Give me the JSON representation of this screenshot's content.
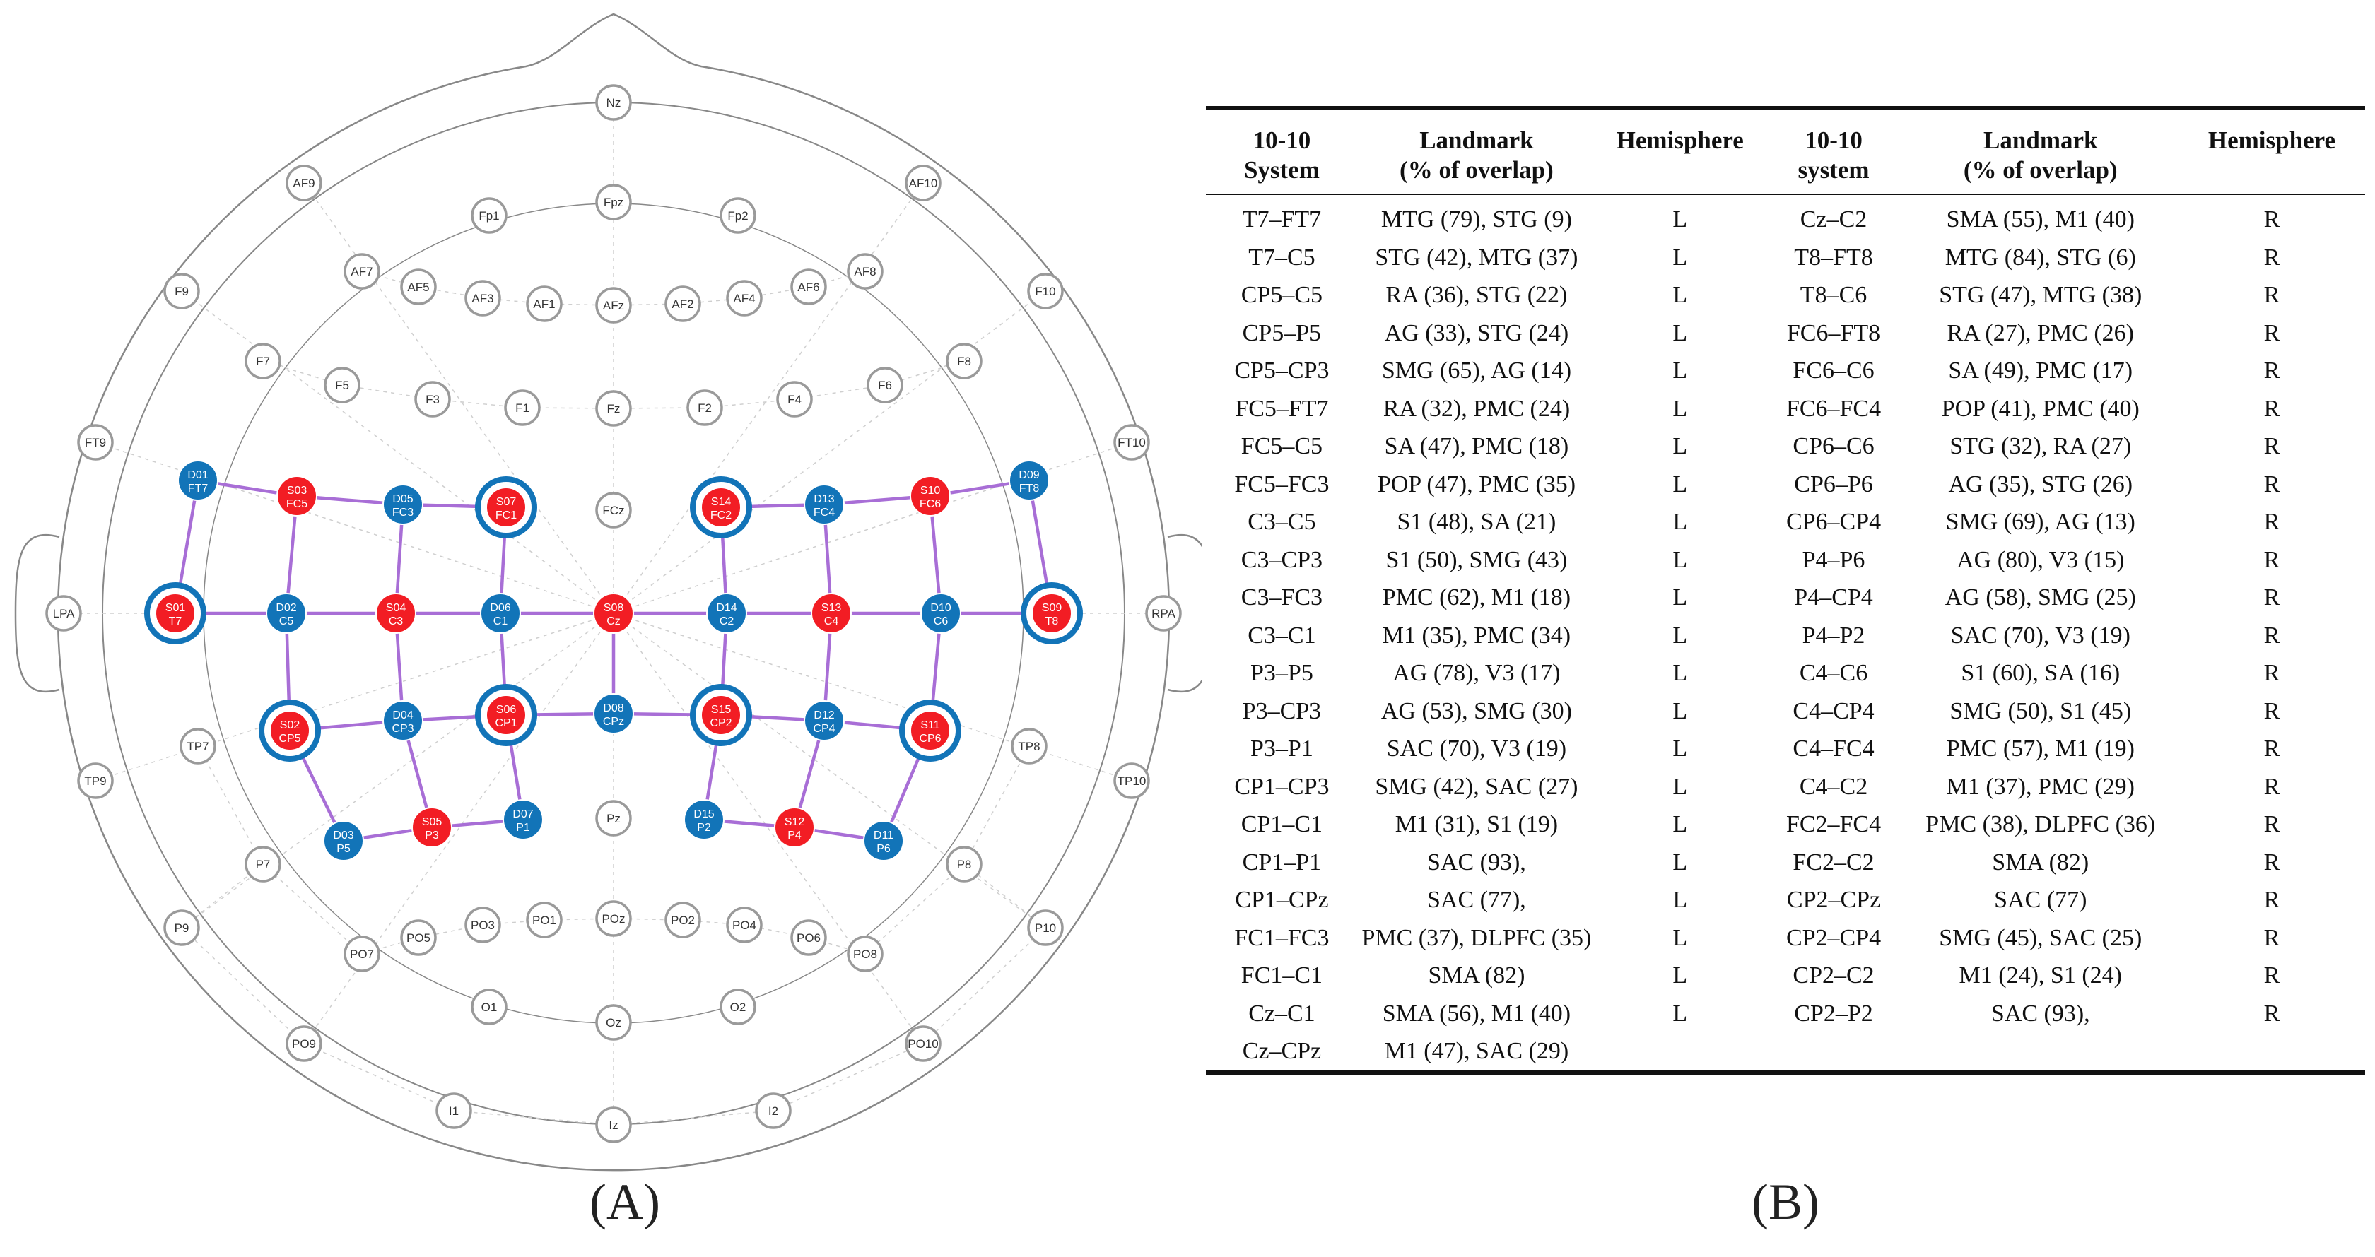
{
  "panel_a": {
    "label": "(A)",
    "reference_electrodes": [
      "Nz",
      "AF9",
      "AF10",
      "Fpz",
      "Fp1",
      "Fp2",
      "AF7",
      "AF8",
      "AF5",
      "AF6",
      "AF3",
      "AF1",
      "AFz",
      "AF2",
      "AF4",
      "F9",
      "F10",
      "F7",
      "F8",
      "F5",
      "F3",
      "F1",
      "Fz",
      "F2",
      "F4",
      "F6",
      "FT9",
      "FT10",
      "FCz",
      "LPA",
      "RPA",
      "TP7",
      "TP8",
      "TP9",
      "TP10",
      "Pz",
      "P7",
      "P8",
      "P9",
      "P10",
      "PO7",
      "PO5",
      "PO3",
      "PO1",
      "POz",
      "PO2",
      "PO4",
      "PO6",
      "PO8",
      "O1",
      "Oz",
      "O2",
      "PO9",
      "PO10",
      "I1",
      "Iz",
      "I2"
    ],
    "sources": [
      {
        "id": "S01",
        "pos": "T7",
        "ring": true
      },
      {
        "id": "S02",
        "pos": "CP5",
        "ring": true
      },
      {
        "id": "S03",
        "pos": "FC5",
        "ring": false
      },
      {
        "id": "S04",
        "pos": "C3",
        "ring": false
      },
      {
        "id": "S05",
        "pos": "P3",
        "ring": false
      },
      {
        "id": "S06",
        "pos": "CP1",
        "ring": true
      },
      {
        "id": "S07",
        "pos": "FC1",
        "ring": true
      },
      {
        "id": "S08",
        "pos": "Cz",
        "ring": false
      },
      {
        "id": "S09",
        "pos": "T8",
        "ring": true
      },
      {
        "id": "S10",
        "pos": "FC6",
        "ring": false
      },
      {
        "id": "S11",
        "pos": "CP6",
        "ring": true
      },
      {
        "id": "S12",
        "pos": "P4",
        "ring": false
      },
      {
        "id": "S13",
        "pos": "C4",
        "ring": false
      },
      {
        "id": "S14",
        "pos": "FC2",
        "ring": true
      },
      {
        "id": "S15",
        "pos": "CP2",
        "ring": true
      }
    ],
    "detectors": [
      {
        "id": "D01",
        "pos": "FT7"
      },
      {
        "id": "D02",
        "pos": "C5"
      },
      {
        "id": "D03",
        "pos": "P5"
      },
      {
        "id": "D04",
        "pos": "CP3"
      },
      {
        "id": "D05",
        "pos": "FC3"
      },
      {
        "id": "D06",
        "pos": "C1"
      },
      {
        "id": "D07",
        "pos": "P1"
      },
      {
        "id": "D08",
        "pos": "CPz"
      },
      {
        "id": "D09",
        "pos": "FT8"
      },
      {
        "id": "D10",
        "pos": "C6"
      },
      {
        "id": "D11",
        "pos": "P6"
      },
      {
        "id": "D12",
        "pos": "CP4"
      },
      {
        "id": "D13",
        "pos": "FC4"
      },
      {
        "id": "D14",
        "pos": "C2"
      },
      {
        "id": "D15",
        "pos": "P2"
      }
    ],
    "channels": [
      [
        "S01",
        "D01"
      ],
      [
        "S01",
        "D02"
      ],
      [
        "S03",
        "D01"
      ],
      [
        "S03",
        "D02"
      ],
      [
        "S03",
        "D05"
      ],
      [
        "S04",
        "D02"
      ],
      [
        "S04",
        "D04"
      ],
      [
        "S04",
        "D05"
      ],
      [
        "S04",
        "D06"
      ],
      [
        "S02",
        "D02"
      ],
      [
        "S02",
        "D03"
      ],
      [
        "S02",
        "D04"
      ],
      [
        "S05",
        "D03"
      ],
      [
        "S05",
        "D04"
      ],
      [
        "S05",
        "D07"
      ],
      [
        "S06",
        "D04"
      ],
      [
        "S06",
        "D06"
      ],
      [
        "S06",
        "D07"
      ],
      [
        "S06",
        "D08"
      ],
      [
        "S07",
        "D05"
      ],
      [
        "S07",
        "D06"
      ],
      [
        "S08",
        "D06"
      ],
      [
        "S08",
        "D08"
      ],
      [
        "S08",
        "D14"
      ],
      [
        "S14",
        "D13"
      ],
      [
        "S14",
        "D14"
      ],
      [
        "S15",
        "D08"
      ],
      [
        "S15",
        "D14"
      ],
      [
        "S15",
        "D12"
      ],
      [
        "S15",
        "D15"
      ],
      [
        "S13",
        "D14"
      ],
      [
        "S13",
        "D13"
      ],
      [
        "S13",
        "D12"
      ],
      [
        "S13",
        "D10"
      ],
      [
        "S12",
        "D15"
      ],
      [
        "S12",
        "D12"
      ],
      [
        "S12",
        "D11"
      ],
      [
        "S10",
        "D13"
      ],
      [
        "S10",
        "D10"
      ],
      [
        "S10",
        "D09"
      ],
      [
        "S09",
        "D09"
      ],
      [
        "S09",
        "D10"
      ],
      [
        "S11",
        "D10"
      ],
      [
        "S11",
        "D12"
      ],
      [
        "S11",
        "D11"
      ]
    ],
    "colors": {
      "source": "#f21d24",
      "detector": "#1274b8",
      "channel": "#a86ed6",
      "ring": "#1274b8",
      "outline": "#888888",
      "guide": "#cfcfcf"
    }
  },
  "panel_b": {
    "label": "(B)",
    "headers": [
      [
        "10-10",
        "System"
      ],
      [
        "Landmark",
        "(% of overlap)"
      ],
      [
        "Hemisphere"
      ],
      [
        "10-10",
        "system"
      ],
      [
        "Landmark",
        "(% of overlap)"
      ],
      [
        "Hemisphere"
      ]
    ],
    "rows": [
      [
        "T7–FT7",
        "MTG (79), STG (9)",
        "L",
        "Cz–C2",
        "SMA (55), M1 (40)",
        "R"
      ],
      [
        "T7–C5",
        "STG (42), MTG (37)",
        "L",
        "T8–FT8",
        "MTG (84), STG (6)",
        "R"
      ],
      [
        "CP5–C5",
        "RA (36), STG (22)",
        "L",
        "T8–C6",
        "STG (47), MTG (38)",
        "R"
      ],
      [
        "CP5–P5",
        "AG (33), STG (24)",
        "L",
        "FC6–FT8",
        "RA (27), PMC (26)",
        "R"
      ],
      [
        "CP5–CP3",
        "SMG (65), AG (14)",
        "L",
        "FC6–C6",
        "SA (49), PMC (17)",
        "R"
      ],
      [
        "FC5–FT7",
        "RA (32), PMC (24)",
        "L",
        "FC6–FC4",
        "POP (41), PMC (40)",
        "R"
      ],
      [
        "FC5–C5",
        "SA (47), PMC (18)",
        "L",
        "CP6–C6",
        "STG (32), RA (27)",
        "R"
      ],
      [
        "FC5–FC3",
        "POP (47), PMC (35)",
        "L",
        "CP6–P6",
        "AG (35), STG (26)",
        "R"
      ],
      [
        "C3–C5",
        "S1 (48), SA (21)",
        "L",
        "CP6–CP4",
        "SMG (69), AG (13)",
        "R"
      ],
      [
        "C3–CP3",
        "S1 (50), SMG (43)",
        "L",
        "P4–P6",
        "AG (80), V3 (15)",
        "R"
      ],
      [
        "C3–FC3",
        "PMC (62), M1 (18)",
        "L",
        "P4–CP4",
        "AG (58), SMG (25)",
        "R"
      ],
      [
        "C3–C1",
        "M1 (35), PMC (34)",
        "L",
        "P4–P2",
        "SAC (70), V3 (19)",
        "R"
      ],
      [
        "P3–P5",
        "AG (78), V3 (17)",
        "L",
        "C4–C6",
        "S1 (60), SA (16)",
        "R"
      ],
      [
        "P3–CP3",
        "AG (53), SMG (30)",
        "L",
        "C4–CP4",
        "SMG (50), S1 (45)",
        "R"
      ],
      [
        "P3–P1",
        "SAC (70), V3 (19)",
        "L",
        "C4–FC4",
        "PMC (57), M1 (19)",
        "R"
      ],
      [
        "CP1–CP3",
        "SMG (42), SAC (27)",
        "L",
        "C4–C2",
        "M1 (37), PMC (29)",
        "R"
      ],
      [
        "CP1–C1",
        "M1 (31), S1 (19)",
        "L",
        "FC2–FC4",
        "PMC (38), DLPFC (36)",
        "R"
      ],
      [
        "CP1–P1",
        "SAC (93),",
        "L",
        "FC2–C2",
        "SMA (82)",
        "R"
      ],
      [
        "CP1–CPz",
        "SAC (77),",
        "L",
        "CP2–CPz",
        "SAC (77)",
        "R"
      ],
      [
        "FC1–FC3",
        "PMC (37), DLPFC (35)",
        "L",
        "CP2–CP4",
        "SMG (45), SAC (25)",
        "R"
      ],
      [
        "FC1–C1",
        "SMA (82)",
        "L",
        "CP2–C2",
        "M1 (24), S1 (24)",
        "R"
      ],
      [
        "Cz–C1",
        "SMA (56), M1 (40)",
        "L",
        "CP2–P2",
        "SAC (93),",
        "R"
      ],
      [
        "Cz–CPz",
        "M1 (47), SAC (29)",
        "",
        "",
        "",
        ""
      ]
    ]
  }
}
